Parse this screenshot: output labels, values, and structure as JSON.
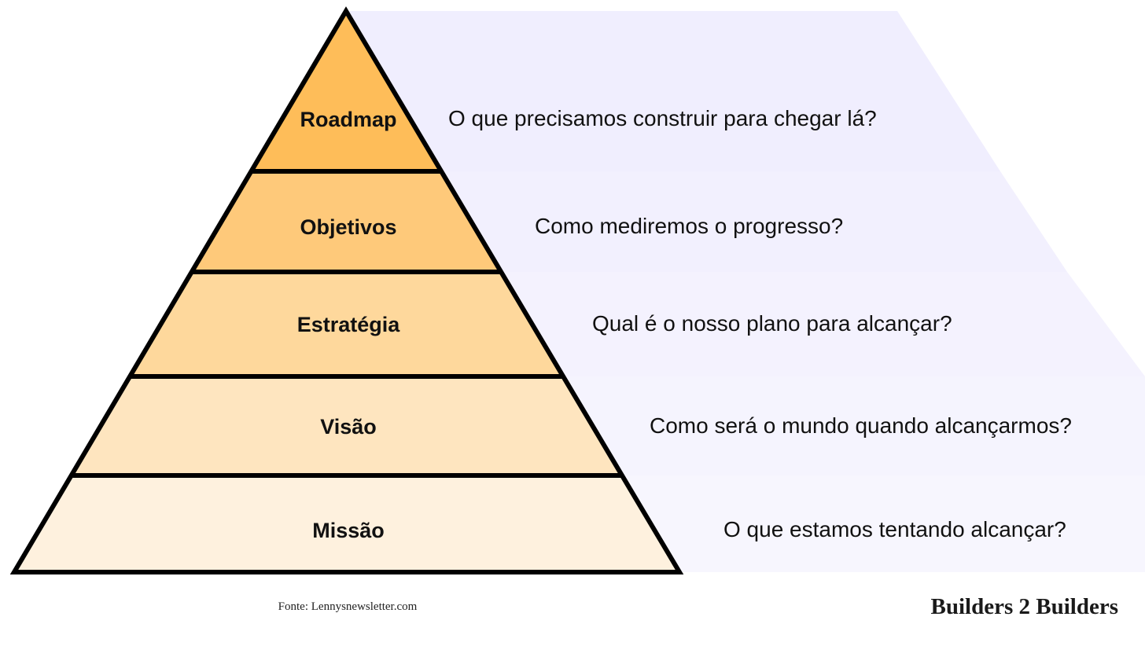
{
  "tiers": [
    {
      "label": "Roadmap",
      "question": "O que precisamos construir para chegar lá?",
      "fill": "#FEBD59",
      "band": "#F0EEFE"
    },
    {
      "label": "Objetivos",
      "question": "Como mediremos o progresso?",
      "fill": "#FEC97A",
      "band": "#F2F0FE"
    },
    {
      "label": "Estratégia",
      "question": "Qual é o nosso plano para alcançar?",
      "fill": "#FED89C",
      "band": "#F4F2FE"
    },
    {
      "label": "Visão",
      "question": "Como será o mundo quando alcançarmos?",
      "fill": "#FEE5BF",
      "band": "#F5F4FE"
    },
    {
      "label": "Missão",
      "question": "O que estamos tentando alcançar?",
      "fill": "#FEF1DE",
      "band": "#F7F6FE"
    }
  ],
  "outline_color": "#000000",
  "footer": {
    "source": "Fonte: Lennysnewsletter.com",
    "brand": "Builders 2 Builders"
  }
}
